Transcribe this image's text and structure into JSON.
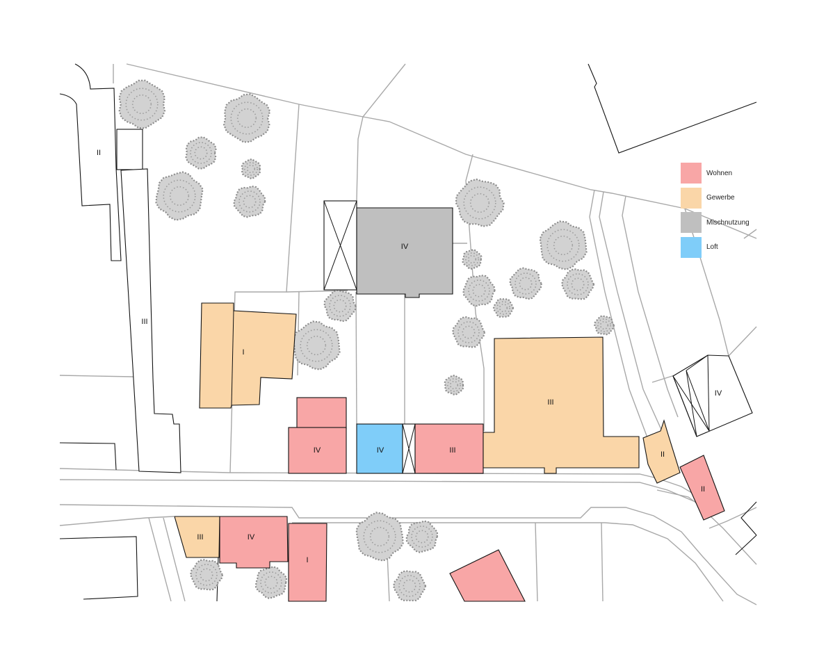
{
  "legend": {
    "items": [
      {
        "label": "Wohnen",
        "color": "#f8a6a6"
      },
      {
        "label": "Gewerbe",
        "color": "#fad6a8"
      },
      {
        "label": "Mischnutzung",
        "color": "#bfbfbf"
      },
      {
        "label": "Loft",
        "color": "#7fcdf9"
      }
    ]
  },
  "colors": {
    "wohnen": "#f8a6a6",
    "gewerbe": "#fad6a8",
    "mischnutzung": "#bfbfbf",
    "loft": "#7fcdf9",
    "parcel_lines": "#a8a8a8",
    "tree_canopy": "#d2d2d2"
  },
  "buildings": {
    "far_left_upper": "II",
    "far_left_long": "III",
    "gewerbe_left": "I",
    "mischnutzung_center": "IV",
    "wohnen_front_left": "IV",
    "loft_front": "IV",
    "wohnen_front_right": "III",
    "gewerbe_large": "III",
    "right_corner": "IV",
    "gewerbe_small_right": "II",
    "wohnen_tilted_right": "II",
    "gewerbe_bottom_left": "III",
    "wohnen_bottom_left": "IV",
    "wohnen_bottom_narrow": "I"
  }
}
